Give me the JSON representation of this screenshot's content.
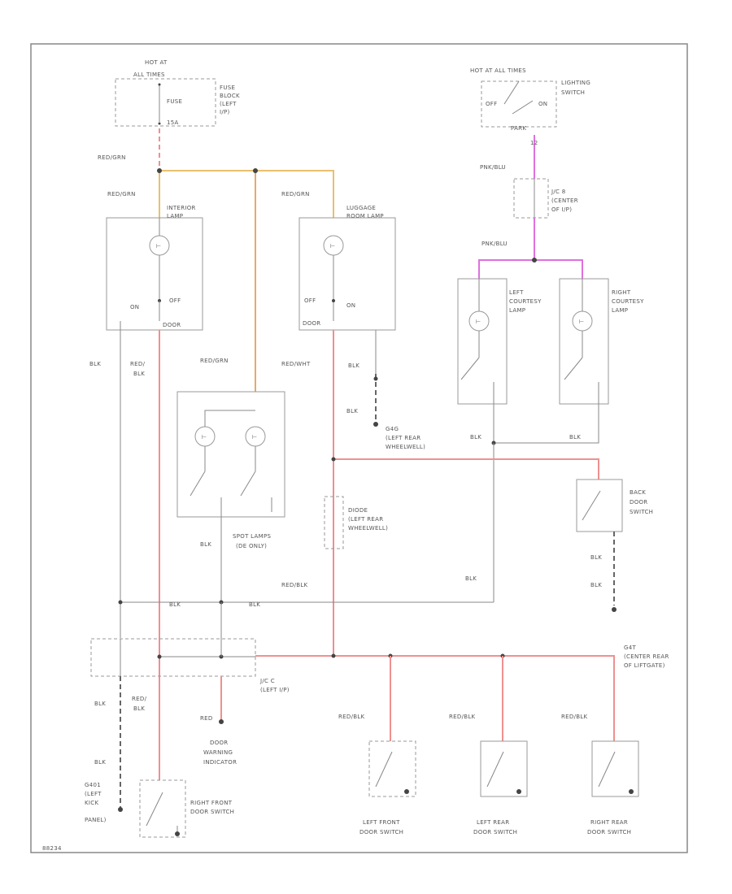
{
  "colors": {
    "red_orange": "#e8a86a",
    "red": "#ef9090",
    "pink": "#e070e0",
    "black": "#666666",
    "gray": "#999999"
  },
  "labels": {
    "hot_at_all_times_fuse": "HOT AT",
    "fuse_sub": "ALL TIMES",
    "fuse_name": "FUSE",
    "fuse_amp": "15A",
    "fuse_block_1": "FUSE",
    "fuse_block_2": "BLOCK",
    "fuse_block_3": "(LEFT",
    "fuse_block_4": "I/P)",
    "hot_park_lamps": "HOT AT ALL TIMES",
    "lighting_switch_1": "LIGHTING",
    "lighting_switch_2": "SWITCH",
    "ls_off": "OFF",
    "ls_on": "ON",
    "ls_park": "PARK",
    "wire_red_grn_1": "RED/GRN",
    "wire_red_grn_2": "RED/GRN",
    "wire_red_grn_3": "RED/GRN",
    "wire_red_grn_4": "RED/GRN",
    "interior_lamp_1": "INTERIOR",
    "interior_lamp_2": "LAMP",
    "luggage_lamp_1": "LUGGAGE",
    "luggage_lamp_2": "ROOM LAMP",
    "il_on": "ON",
    "il_off": "OFF",
    "il_door": "DOOR",
    "ll_off": "OFF",
    "ll_on": "ON",
    "ll_door": "DOOR",
    "pnk_blu_1": "PNK/BLU",
    "pnk_blu_2": "PNK/BLU",
    "jc8_1": "J/C 8",
    "jc8_2": "(CENTER",
    "jc8_3": "OF I/P)",
    "left_courtesy_1": "LEFT",
    "left_courtesy_2": "COURTESY",
    "left_courtesy_3": "LAMP",
    "right_courtesy_1": "RIGHT",
    "right_courtesy_2": "COURTESY",
    "right_courtesy_3": "LAMP",
    "blk_1": "BLK",
    "red_blk_1": "RED/",
    "red_blk_1b": "BLK",
    "red_wht": "RED/WHT",
    "blk_2": "BLK",
    "blk_3": "BLK",
    "g4_1": "G4G",
    "g4_2": "(LEFT REAR",
    "g4_3": "WHEELWELL)",
    "blk_4": "BLK",
    "blk_5": "BLK",
    "back_door_1": "BACK",
    "back_door_2": "DOOR",
    "back_door_3": "SWITCH",
    "diode_1": "DIODE",
    "diode_2": "(LEFT REAR",
    "diode_3": "WHEELWELL)",
    "spot_lamps_1": "SPOT LAMPS",
    "spot_lamps_2": "(DE ONLY)",
    "blk_6": "BLK",
    "red_blk_2": "RED/BLK",
    "blk_7": "BLK",
    "blk_8": "BLK",
    "blk_9": "BLK",
    "blk_10": "BLK",
    "blk_11": "BLK",
    "g4_c1": "G4T",
    "g4_c2": "(CENTER REAR",
    "g4_c3": "OF LIFTGATE)",
    "jc_left_1": "J/C C",
    "jc_left_2": "(LEFT I/P)",
    "blk_12": "BLK",
    "red_blk_3": "RED/",
    "red_blk_3b": "BLK",
    "red_1": "RED",
    "door_warn_1": "DOOR",
    "door_warn_2": "WARNING",
    "door_warn_3": "INDICATOR",
    "blk_13": "BLK",
    "g401_1": "G401",
    "g401_2": "(LEFT",
    "g401_3": "KICK",
    "g401_4": "PANEL)",
    "right_front_1": "RIGHT FRONT",
    "right_front_2": "DOOR SWITCH",
    "red_blk_4": "RED/BLK",
    "red_blk_5": "RED/BLK",
    "red_blk_6": "RED/BLK",
    "left_front_1": "LEFT FRONT",
    "left_front_2": "DOOR SWITCH",
    "left_rear_1": "LEFT REAR",
    "left_rear_2": "DOOR SWITCH",
    "right_rear_1": "RIGHT REAR",
    "right_rear_2": "DOOR SWITCH",
    "diagram_id": "88234"
  }
}
